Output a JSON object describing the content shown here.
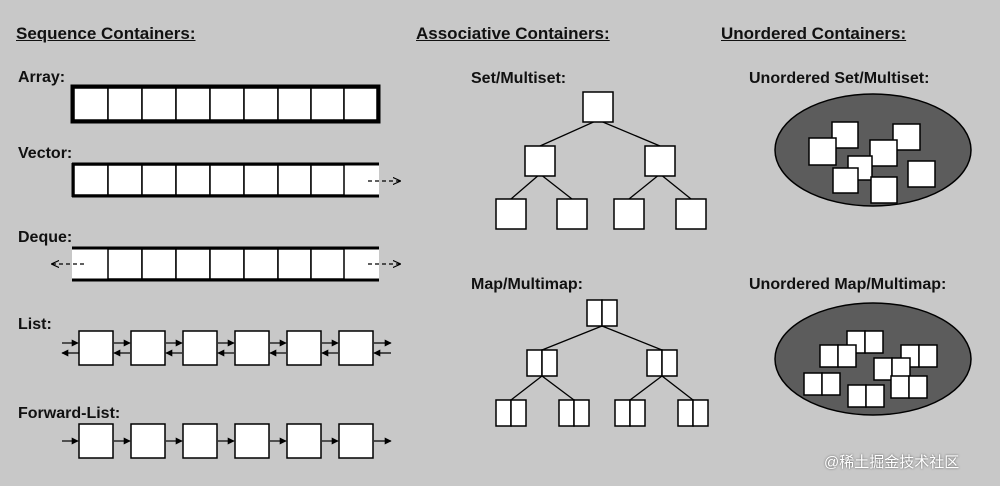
{
  "sections": {
    "sequence": {
      "header": "Sequence Containers:",
      "array": "Array:",
      "vector": "Vector:",
      "deque": "Deque:",
      "list": "List:",
      "forward_list": "Forward-List:"
    },
    "associative": {
      "header": "Associative Containers:",
      "set": "Set/Multiset:",
      "map": "Map/Multimap:"
    },
    "unordered": {
      "header": "Unordered Containers:",
      "set": "Unordered Set/Multiset:",
      "map": "Unordered Map/Multimap:"
    }
  },
  "watermark": "@稀土掘金技术社区",
  "colors": {
    "background": "#c8c8c8",
    "box_fill": "#ffffff",
    "ellipse_fill": "#5c5c5c",
    "stroke": "#000000"
  }
}
